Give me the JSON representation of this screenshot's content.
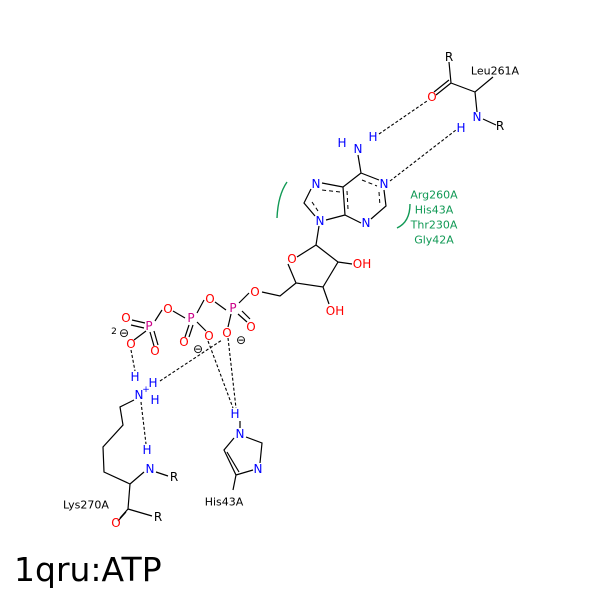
{
  "title": "1qru:ATP",
  "labels": {
    "O": "O",
    "N": "N",
    "H": "H",
    "P": "P",
    "R": "R",
    "OH": "OH",
    "minus": "⊖",
    "plus": "+",
    "two": "2"
  },
  "residues": {
    "leu": "Leu261A",
    "lys": "Lys270A",
    "his": "His43A",
    "hydrophobic": [
      "Arg260A",
      "His43A",
      "Thr230A",
      "Gly42A"
    ]
  },
  "colors": {
    "oxygen": "#ff0000",
    "nitrogen": "#0000ff",
    "phosphorus": "#cc0088",
    "hydrophobic": "#119955"
  }
}
